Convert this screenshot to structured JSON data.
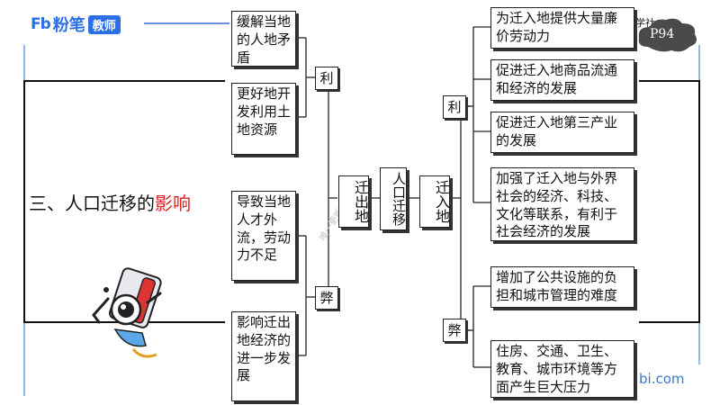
{
  "brand": {
    "mark": "Fb",
    "name": "粉笔",
    "tag": "教师",
    "url": "bi.com"
  },
  "heading": {
    "prefix": "三、人口迁移的",
    "highlight": "影响"
  },
  "watermark_top": "微信公众号：文采学社",
  "faint_watermark": "唯一更新 微信公众",
  "page_label": "P94",
  "diagram": {
    "center": "人口迁移",
    "origin": {
      "label": "迁出地",
      "benefit_label": "利",
      "harm_label": "弊",
      "benefits": [
        "缓解当地的人地矛盾",
        "更好地开发利用土地资源"
      ],
      "harms": [
        "导致当地人才外流，劳动力不足",
        "影响迁出地经济的进一步发展"
      ]
    },
    "destination": {
      "label": "迁入地",
      "benefit_label": "利",
      "harm_label": "弊",
      "benefits": [
        "为迁入地提供大量廉价劳动力",
        "促进迁入地商品流通和经济的发展",
        "促进迁入地第三产业的发展",
        "加强了迁入地与外界社会的经济、科技、文化等联系，有利于社会经济的发展"
      ],
      "harms": [
        "增加了公共设施的负担和城市管理的难度",
        "住房、交通、卫生、教育、城市环境等方面产生巨大压力"
      ]
    }
  },
  "colors": {
    "brand_blue": "#2b6ee6",
    "highlight_red": "#e02020",
    "frame_blue": "#3a6fd8",
    "cloud_gray": "#4a4a4a"
  },
  "icons": [
    "camera-mascot-icon",
    "speech-cloud-icon"
  ]
}
